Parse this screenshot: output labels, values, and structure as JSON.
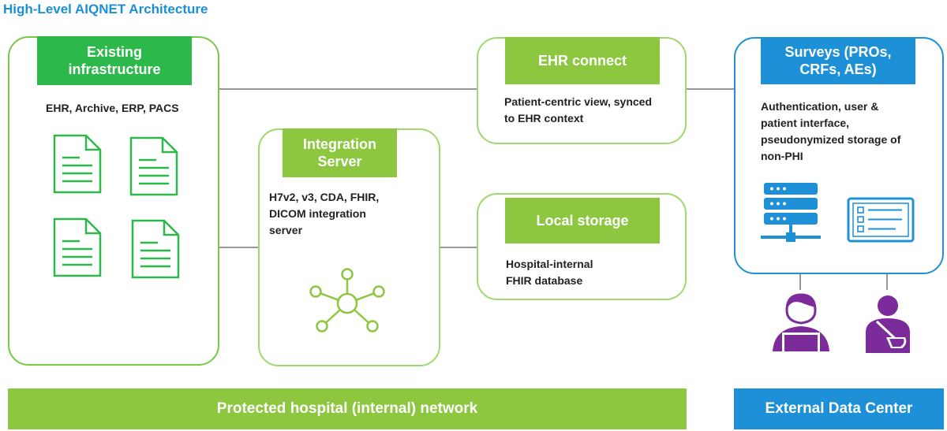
{
  "title": "High-Level AIQNET Architecture",
  "existing": {
    "header": "Existing\ninfrastructure",
    "desc": "EHR, Archive, ERP, PACS",
    "icons": [
      "document-icon",
      "document-icon",
      "document-icon",
      "document-icon"
    ]
  },
  "integration": {
    "header": "Integration\nServer",
    "desc": "H7v2, v3, CDA, FHIR,\nDICOM integration\nserver",
    "icon": "network-hub-icon"
  },
  "ehr_connect": {
    "header": "EHR connect",
    "desc": "Patient-centric view, synced\nto EHR context"
  },
  "local_storage": {
    "header": "Local storage",
    "desc": "Hospital-internal\nFHIR database"
  },
  "surveys": {
    "header": "Surveys (PROs,\nCRFs, AEs)",
    "desc": "Authentication, user &\npatient interface,\npseudonymized storage of\nnon-PHI",
    "icons": [
      "server-icon",
      "form-screen-icon",
      "user-laptop-icon",
      "patient-icon"
    ]
  },
  "footer": {
    "internal": "Protected hospital (internal) network",
    "external": "External Data Center"
  },
  "colors": {
    "green_border": "#7ac943",
    "green_header": "#2db84b",
    "light_green_header": "#8dc63f",
    "blue": "#1e90d8",
    "purple": "#7b2c9a"
  }
}
